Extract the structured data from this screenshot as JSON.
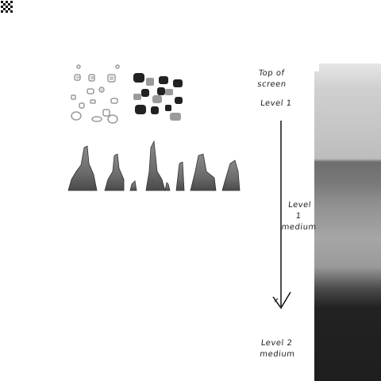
{
  "app_icon": "checkerboard-icon",
  "sprite_sheets": {
    "light_icons": "light-gray-sprite-sheet",
    "dark_icons": "dark-sprite-sheet"
  },
  "terrain_strip": "rock-spikes-strip",
  "background_strip": "vertical-gradient-strip",
  "annotations": {
    "top_note_line1": "Top of",
    "top_note_line2": "screen",
    "top_level": "Level 1",
    "middle_line1": "Level",
    "middle_line2": "1",
    "middle_line3": "medium",
    "bottom_line1": "Level 2",
    "bottom_line2": "medium"
  },
  "colors": {
    "sprite_light": "#b8b8b8",
    "sprite_dark": "#2a2a2a",
    "rock": "#6d6d6d",
    "ink": "#222222"
  }
}
